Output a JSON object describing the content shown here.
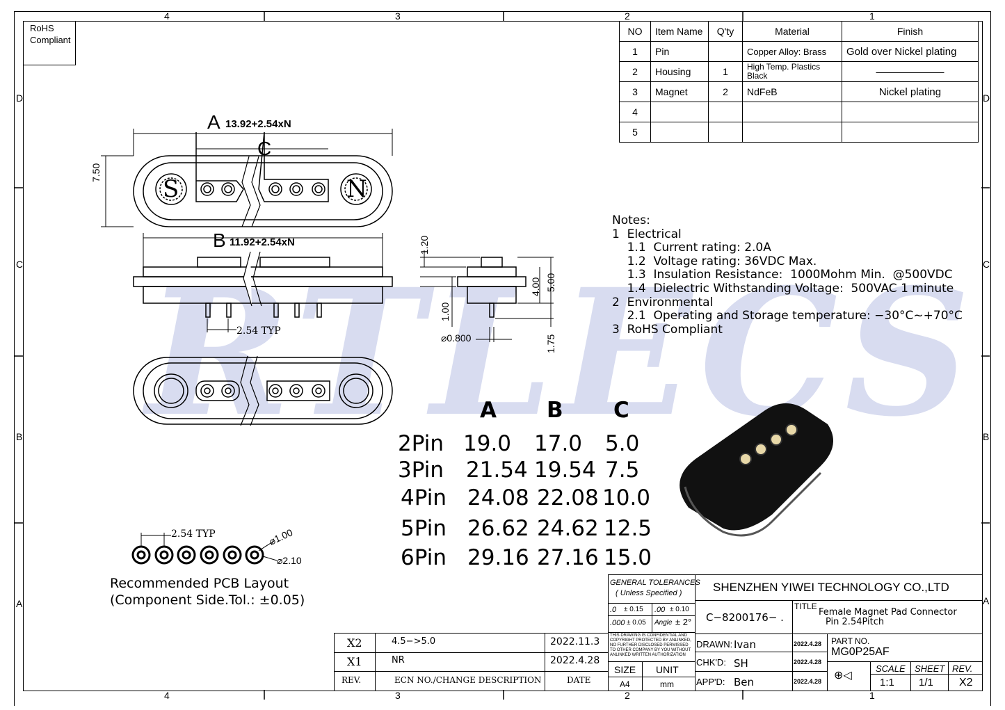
{
  "zones": {
    "columns": [
      "4",
      "3",
      "2",
      "1"
    ],
    "rows": [
      "D",
      "C",
      "B",
      "A"
    ]
  },
  "rohs_box": {
    "line1": "RoHS",
    "line2": "Compliant"
  },
  "watermark": "RTLECS",
  "bom": {
    "headers": [
      "NO",
      "Item Name",
      "Q'ty",
      "Material",
      "Finish"
    ],
    "rows": [
      {
        "no": "1",
        "item": "Pin",
        "qty": "",
        "material": "Copper Alloy: Brass",
        "finish": "Gold over Nickel plating"
      },
      {
        "no": "2",
        "item": "Housing",
        "qty": "1",
        "material": "High Temp. Plastics Black",
        "finish": "———————"
      },
      {
        "no": "3",
        "item": "Magnet",
        "qty": "2",
        "material": "NdFeB",
        "finish": "Nickel plating"
      },
      {
        "no": "4",
        "item": "",
        "qty": "",
        "material": "",
        "finish": ""
      },
      {
        "no": "5",
        "item": "",
        "qty": "",
        "material": "",
        "finish": ""
      }
    ]
  },
  "dims": {
    "A_label": "A",
    "A_value": "13.92+2.54xN",
    "B_label": "B",
    "B_value": "11.92+2.54xN",
    "C_label": "C",
    "height": "7.50",
    "pitch": "2.54 TYP",
    "side_120": "1.20",
    "side_100": "1.00",
    "side_400": "4.00",
    "side_500": "5.00",
    "side_175": "1.75",
    "pin_dia": "⌀0.800",
    "pcb_pitch": "2.54 TYP",
    "pcb_d1": "⌀1.00",
    "pcb_d2": "⌀2.10",
    "magnet_s": "S",
    "magnet_n": "N"
  },
  "notes": [
    "Notes:",
    "1  Electrical",
    "    1.1  Current rating: 2.0A",
    "    1.2  Voltage rating: 36VDC Max.",
    "    1.3  Insulation Resistance:  1000Mohm Min.  @500VDC",
    "    1.4  Dielectric Withstanding Voltage:  500VAC 1 minute",
    "2  Environmental",
    "    2.1  Operating and Storage temperature: −30°C~+70°C",
    "3  RoHS Compliant"
  ],
  "pin_table": {
    "headers": [
      "A",
      "B",
      "C"
    ],
    "rows": [
      {
        "pin": "2Pin",
        "a": "19.0",
        "b": "17.0",
        "c": "5.0"
      },
      {
        "pin": "3Pin",
        "a": "21.54",
        "b": "19.54",
        "c": "7.5"
      },
      {
        "pin": "4Pin",
        "a": "24.08",
        "b": "22.08",
        "c": "10.0"
      },
      {
        "pin": "5Pin",
        "a": "26.62",
        "b": "24.62",
        "c": "12.5"
      },
      {
        "pin": "6Pin",
        "a": "29.16",
        "b": "27.16",
        "c": "15.0"
      }
    ]
  },
  "pcb": {
    "line1": "Recommended PCB Layout",
    "line2": "(Component Side.Tol.: ±0.05)"
  },
  "revisions": {
    "rows": [
      {
        "rev": "X2",
        "desc": "4.5−>5.0",
        "date": "2022.11.3"
      },
      {
        "rev": "X1",
        "desc": "NR",
        "date": "2022.4.28"
      }
    ],
    "headers": {
      "rev": "REV.",
      "desc": "ECN NO./CHANGE DESCRIPTION",
      "date": "DATE"
    }
  },
  "tolerances": {
    "title": "GENERAL TOLERANCES",
    "sub": "( Unless Specified )",
    "t1a": ".0",
    "t1b": "± 0.15",
    "t1c": ".00",
    "t1d": "± 0.10",
    "t2a": ".000",
    "t2b": "± 0.05",
    "t2c": "Angle",
    "t2d": "± 2°",
    "confidential": "THIS DRAWING IS CONFIDENTIAL AND COPYRIGHT PROTECTED BY ANLINKED, NO FURTHER DISCLOSED PERMISSED TO OTHER COMPANY BY YOU WITHOUT ANLINKED WRITTEN AUTHORIZATION"
  },
  "title_block": {
    "company": "SHENZHEN YIWEI TECHNOLOGY CO.,LTD",
    "doc_no": "C−8200176−  .",
    "title_label": "TITLE",
    "title_line1": "Female Magnet Pad Connector",
    "title_line2": "Pin 2.54Pitch",
    "drawn_label": "DRAWN:",
    "drawn": "Ivan",
    "drawn_date": "2022.4.28",
    "chk_label": "CHK'D:",
    "chk": "SH",
    "chk_date": "2022.4.28",
    "app_label": "APP'D:",
    "app": "Ben",
    "app_date": "2022.4.28",
    "part_label": "PART NO.",
    "part_no": "MG0P25AF",
    "size_label": "SIZE",
    "size": "A4",
    "unit_label": "UNIT",
    "unit": "mm",
    "scale_label": "SCALE",
    "scale": "1:1",
    "sheet_label": "SHEET",
    "sheet": "1/1",
    "rev_label": "REV.",
    "rev": "X2"
  }
}
